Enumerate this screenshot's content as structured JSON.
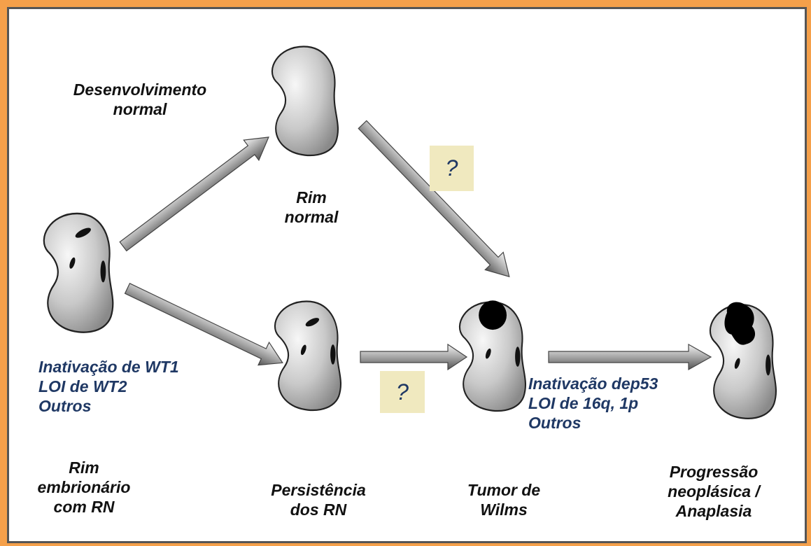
{
  "labels": {
    "desenvolvimento": "Desenvolvimento\nnormal",
    "rim_normal": "Rim\nnormal",
    "rim_embrionario": "Rim\nembrionário\ncom RN",
    "persistencia": "Persistência\ndos RN",
    "tumor": "Tumor de\nWilms",
    "progressao": "Progressão\nneoplásica /\nAnaplasia"
  },
  "annotations": {
    "left": "Inativação de WT1\nLOI de WT2\nOutros",
    "right": "Inativação dep53\nLOI de 16q, 1p\nOutros"
  },
  "question_marks": {
    "upper": "?",
    "lower": "?"
  },
  "colors": {
    "frame": "#f5a04a",
    "annotation_text": "#1f3864",
    "question_box": "#f0e9bf"
  }
}
